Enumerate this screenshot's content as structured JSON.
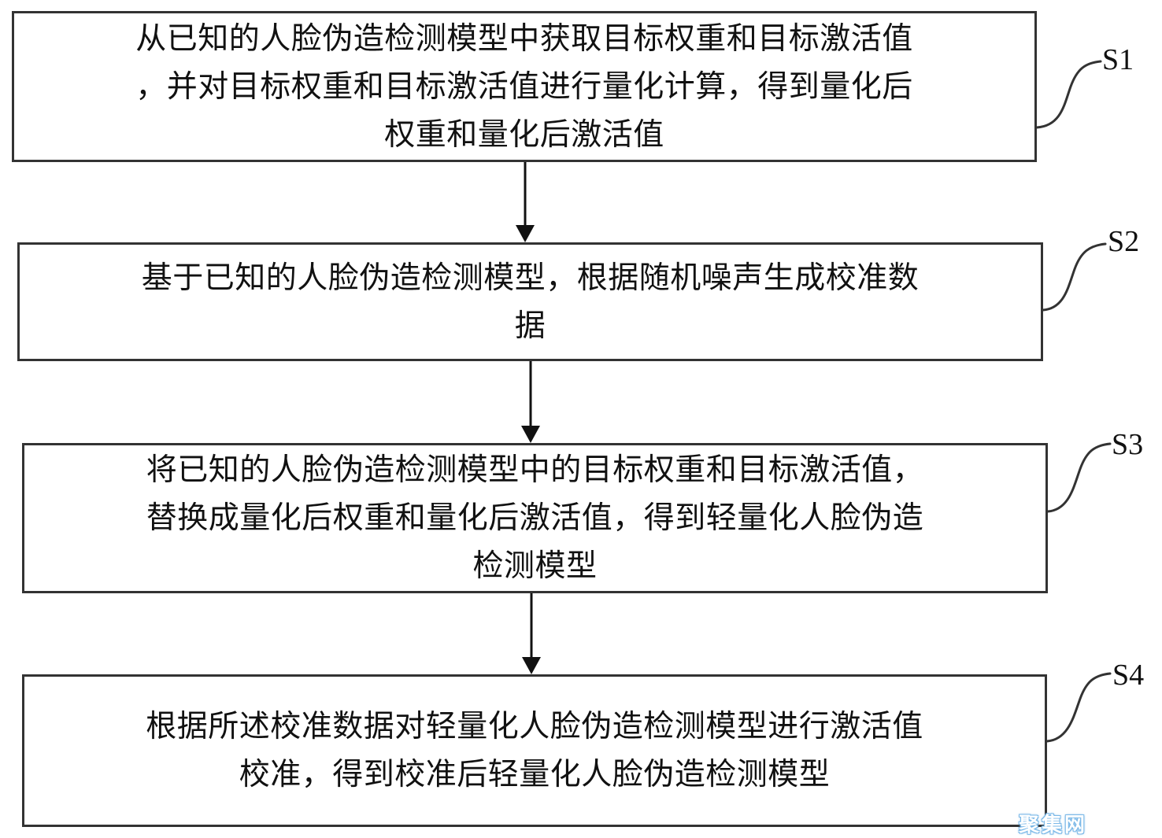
{
  "flowchart": {
    "steps": [
      {
        "label": "S1",
        "text": "从已知的人脸伪造检测模型中获取目标权重和目标激活值\n，并对目标权重和目标激活值进行量化计算，得到量化后\n权重和量化后激活值"
      },
      {
        "label": "S2",
        "text": "基于已知的人脸伪造检测模型，根据随机噪声生成校准数\n据"
      },
      {
        "label": "S3",
        "text": "将已知的人脸伪造检测模型中的目标权重和目标激活值，\n替换成量化后权重和量化后激活值，得到轻量化人脸伪造\n检测模型"
      },
      {
        "label": "S4",
        "text": "根据所述校准数据对轻量化人脸伪造检测模型进行激活值\n校准，得到校准后轻量化人脸伪造检测模型"
      }
    ],
    "line_color": "#111111",
    "border_color": "#333333"
  },
  "watermark": {
    "text": "聚集网",
    "color": "#7ab8e8"
  }
}
